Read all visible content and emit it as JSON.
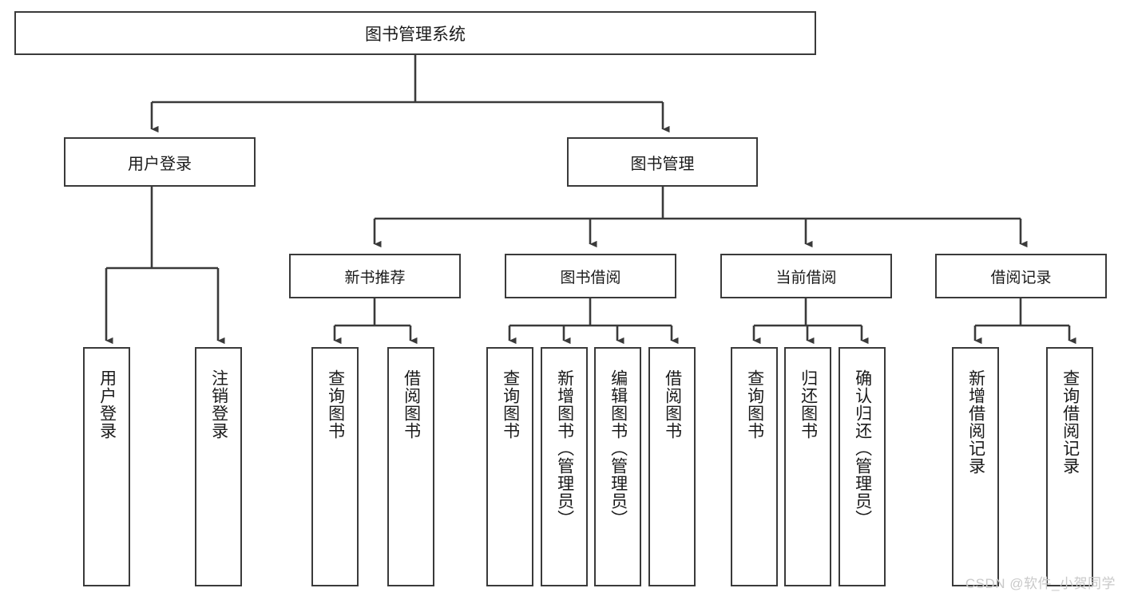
{
  "diagram": {
    "title": "图书管理系统",
    "type": "functional-structure-tree",
    "root": {
      "id": "root",
      "label": "图书管理系统"
    },
    "level2": [
      {
        "id": "login",
        "label": "用户登录"
      },
      {
        "id": "bookmgmt",
        "label": "图书管理"
      }
    ],
    "level3": [
      {
        "id": "newbook",
        "label": "新书推荐",
        "parent": "bookmgmt"
      },
      {
        "id": "borrow",
        "label": "图书借阅",
        "parent": "bookmgmt"
      },
      {
        "id": "current",
        "label": "当前借阅",
        "parent": "bookmgmt"
      },
      {
        "id": "record",
        "label": "借阅记录",
        "parent": "bookmgmt"
      }
    ],
    "leaves": [
      {
        "id": "leaf-1",
        "label": "用户登录",
        "parent": "login"
      },
      {
        "id": "leaf-2",
        "label": "注销登录",
        "parent": "login"
      },
      {
        "id": "leaf-3",
        "label": "查询图书",
        "parent": "newbook"
      },
      {
        "id": "leaf-4",
        "label": "借阅图书",
        "parent": "newbook"
      },
      {
        "id": "leaf-5",
        "label": "查询图书",
        "parent": "borrow"
      },
      {
        "id": "leaf-6",
        "label": "新增图书（管理员）",
        "parent": "borrow"
      },
      {
        "id": "leaf-7",
        "label": "编辑图书（管理员）",
        "parent": "borrow"
      },
      {
        "id": "leaf-8",
        "label": "借阅图书",
        "parent": "borrow"
      },
      {
        "id": "leaf-9",
        "label": "查询图书",
        "parent": "current"
      },
      {
        "id": "leaf-10",
        "label": "归还图书",
        "parent": "current"
      },
      {
        "id": "leaf-11",
        "label": "确认归还（管理员）",
        "parent": "current"
      },
      {
        "id": "leaf-12",
        "label": "新增借阅记录",
        "parent": "record"
      },
      {
        "id": "leaf-13",
        "label": "查询借阅记录",
        "parent": "record"
      }
    ]
  },
  "watermark": {
    "text": "CSDN @软件_小贺同学"
  },
  "colors": {
    "stroke": "#3a3a3a",
    "box_fill": "#ffffff",
    "text": "#1a1a1a",
    "watermark": "#c9c9c9",
    "background": "#ffffff"
  }
}
